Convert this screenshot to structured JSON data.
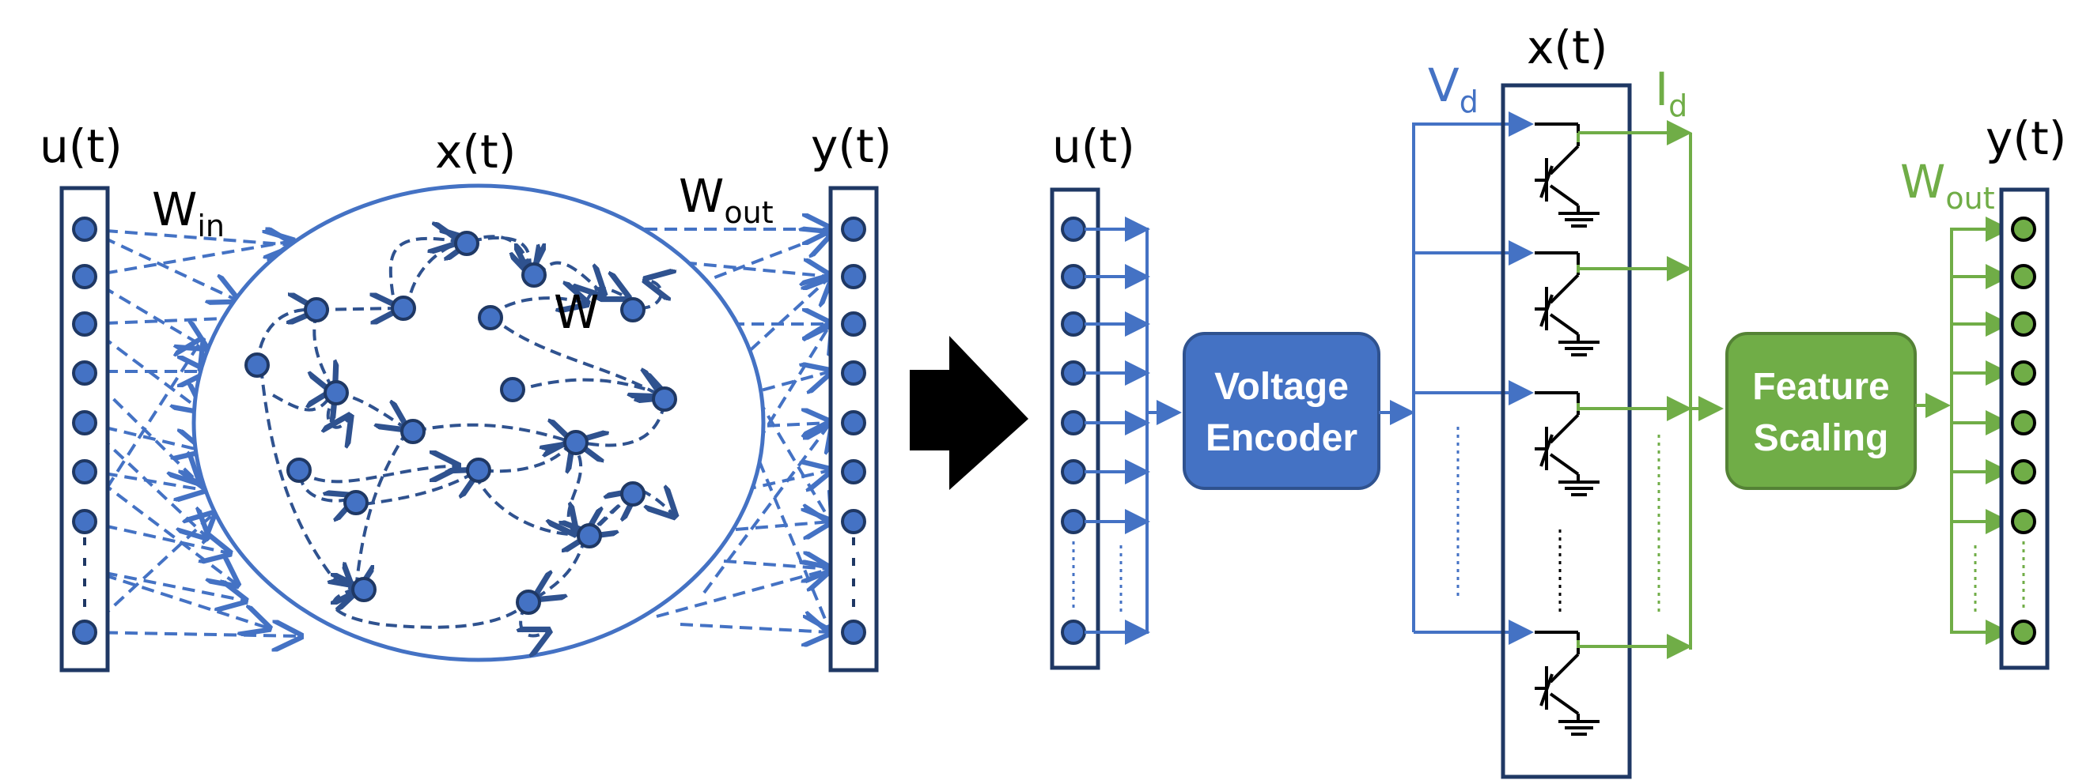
{
  "left": {
    "input_label": "u(t)",
    "state_label": "x(t)",
    "output_label": "y(t)",
    "win_main": "W",
    "win_sub": "in",
    "wout_main": "W",
    "wout_sub": "out",
    "w_label": "W"
  },
  "right": {
    "input_label": "u(t)",
    "state_label": "x(t)",
    "output_label": "y(t)",
    "vd_main": "V",
    "vd_sub": "d",
    "id_main": "I",
    "id_sub": "d",
    "wout_main": "W",
    "wout_sub": "out",
    "voltage_encoder_line1": "Voltage",
    "voltage_encoder_line2": "Encoder",
    "feature_scaling_line1": "Feature",
    "feature_scaling_line2": "Scaling"
  },
  "colors": {
    "blue": "#4472c4",
    "dark_blue": "#2f528f",
    "green": "#70ad47",
    "frame": "#1f3864",
    "black": "#000000"
  }
}
